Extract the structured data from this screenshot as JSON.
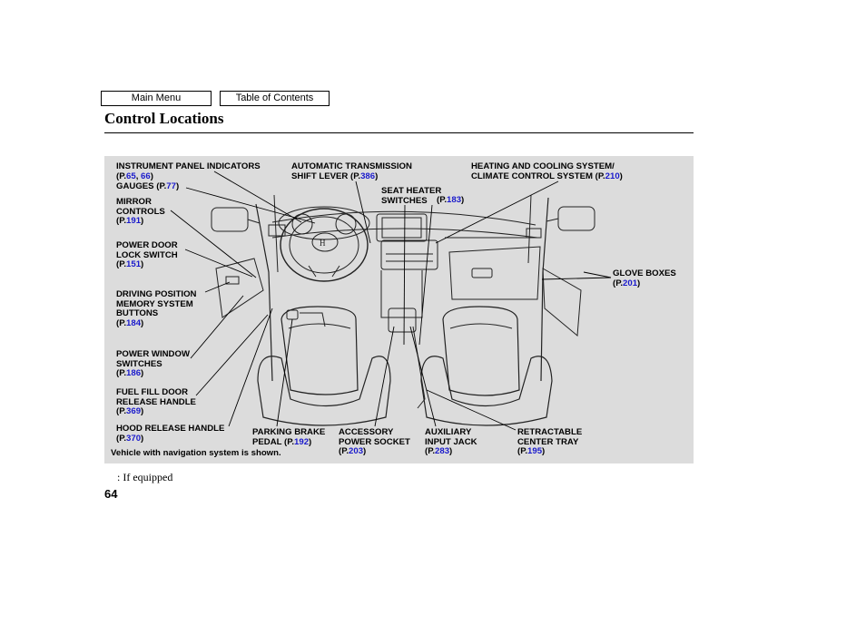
{
  "nav": {
    "main_menu": "Main Menu",
    "toc": "Table of Contents"
  },
  "page": {
    "title": "Control Locations",
    "footnote": ": If equipped",
    "number": "64"
  },
  "diagram": {
    "caption": "Vehicle with navigation system is shown.",
    "labels": {
      "instrument": {
        "text": "INSTRUMENT PANEL INDICATORS",
        "ref_pre": "(P.",
        "p1": "65",
        "sep": ", ",
        "p2": "66",
        "ref_post": ")"
      },
      "gauges": {
        "text": "GAUGES",
        "ref_pre": " (P.",
        "p1": "77",
        "ref_post": ")"
      },
      "mirror": {
        "text": "MIRROR\nCONTROLS",
        "ref_pre": "(P.",
        "p1": "191",
        "ref_post": ")"
      },
      "powerlock": {
        "text": "POWER DOOR\nLOCK SWITCH",
        "ref_pre": "(P.",
        "p1": "151",
        "ref_post": ")"
      },
      "driving": {
        "text": "DRIVING POSITION\nMEMORY SYSTEM\nBUTTONS",
        "ref_pre": "(P.",
        "p1": "184",
        "ref_post": ")"
      },
      "window": {
        "text": "POWER WINDOW\nSWITCHES",
        "ref_pre": "(P.",
        "p1": "186",
        "ref_post": ")"
      },
      "fuel": {
        "text": "FUEL FILL DOOR\nRELEASE HANDLE",
        "ref_pre": "(P.",
        "p1": "369",
        "ref_post": ")"
      },
      "hood": {
        "text": "HOOD RELEASE HANDLE",
        "ref_pre": "(P.",
        "p1": "370",
        "ref_post": ")"
      },
      "transmission": {
        "text": "AUTOMATIC TRANSMISSION\nSHIFT LEVER",
        "ref_pre": " (P.",
        "p1": "386",
        "ref_post": ")"
      },
      "seatheater": {
        "text": "SEAT HEATER\nSWITCHES",
        "ref_pre": "(P.",
        "p1": "183",
        "ref_post": ")"
      },
      "heating": {
        "text": "HEATING AND COOLING SYSTEM/\nCLIMATE CONTROL SYSTEM",
        "ref_pre": " (P.",
        "p1": "210",
        "ref_post": ")"
      },
      "glove": {
        "text": "GLOVE BOXES",
        "ref_pre": "(P.",
        "p1": "201",
        "ref_post": ")"
      },
      "parking": {
        "text": "PARKING BRAKE\nPEDAL",
        "ref_pre": " (P.",
        "p1": "192",
        "ref_post": ")"
      },
      "accessory": {
        "text": "ACCESSORY\nPOWER SOCKET",
        "ref_pre": "(P.",
        "p1": "203",
        "ref_post": ")"
      },
      "auxiliary": {
        "text": "AUXILIARY\nINPUT JACK",
        "ref_pre": "(P.",
        "p1": "283",
        "ref_post": ")"
      },
      "retractable": {
        "text": "RETRACTABLE\nCENTER TRAY",
        "ref_pre": "(P.",
        "p1": "195",
        "ref_post": ")"
      }
    }
  }
}
